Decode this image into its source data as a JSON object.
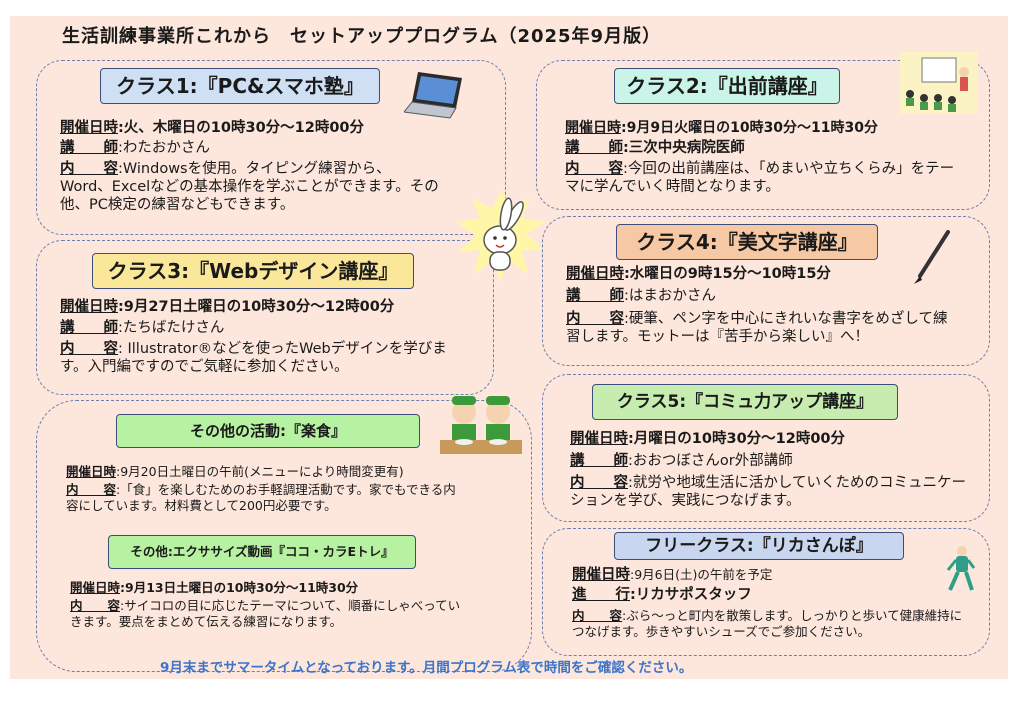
{
  "title": "生活訓練事業所これから　セットアッププログラム（2025年9月版）",
  "colors": {
    "background": "#fde6dc",
    "class1": "#cfe0f5",
    "class2": "#c9f4e7",
    "class3": "#fbe79a",
    "class4": "#f7c8a4",
    "class5": "#c6ecb0",
    "other": "#b6f2a2",
    "free": "#c9d6ef",
    "footer": "#3b74c9"
  },
  "class1": {
    "label": "クラス1:『PC&スマホ塾』",
    "date_key": "開催日時",
    "date": ":火、木曜日の10時30分～12時00分",
    "teacher_key": "講　　師",
    "teacher": ":わたおかさん",
    "content_key": "内　　容",
    "content": ":Windowsを使用。タイピング練習から、Word、Excelなどの基本操作を学ぶことができます。その他、PC検定の練習などもできます。"
  },
  "class2": {
    "label": "クラス2:『出前講座』",
    "date_key": "開催日時",
    "date": ":9月9日火曜日の10時30分～11時30分",
    "teacher_key": "講　　師",
    "teacher": ":三次中央病院医師",
    "content_key": "内　　容",
    "content": ":今回の出前講座は、「めまいや立ちくらみ」をテーマに学んでいく時間となります。"
  },
  "class3": {
    "label": "クラス3:『Webデザイン講座』",
    "date_key": "開催日時",
    "date": ":9月27日土曜日の10時30分～12時00分",
    "teacher_key": "講　　師",
    "teacher": ":たちばたけさん",
    "content_key": "内　　容",
    "content": ": Illustrator®などを使ったWebデザインを学びます。入門編ですのでご気軽に参加ください。"
  },
  "class4": {
    "label": "クラス4:『美文字講座』",
    "date_key": "開催日時",
    "date": ":水曜日の9時15分～10時15分",
    "teacher_key": "講　　師",
    "teacher": ":はまおかさん",
    "content_key": "内　　容",
    "content": ":硬筆、ペン字を中心にきれいな書字をめざして練習します。モットーは『苦手から楽しい』へ！"
  },
  "class5": {
    "label": "クラス5:『コミュ力アップ講座』",
    "date_key": "開催日時",
    "date": ":月曜日の10時30分～12時00分",
    "teacher_key": "講　　師",
    "teacher": ":おおつぼさんor外部講師",
    "content_key": "内　　容",
    "content": ":就労や地域生活に活かしていくためのコミュニケーションを学び、実践につなげます。"
  },
  "other1": {
    "label": "その他の活動:『楽食』",
    "date_key": "開催日時",
    "date": ":9月20日土曜日の午前(メニューにより時間変更有)",
    "content_key": "内　　容",
    "content": ":「食」を楽しむためのお手軽調理活動です。家でもできる内容にしています。材料費として200円必要です。"
  },
  "other2": {
    "label": "その他:エクササイズ動画『ココ・カラEトレ』",
    "date_key": "開催日時",
    "date": ":9月13日土曜日の10時30分～11時30分",
    "content_key": "内　　容",
    "content": ":サイコロの目に応じたテーマについて、順番にしゃべっていきます。要点をまとめて伝える練習になります。"
  },
  "free": {
    "label": "フリークラス:『リカさんぽ』",
    "date_key": "開催日時",
    "date": ":9月6日(土)の午前を予定",
    "lead_key": "進　　行",
    "lead": ":リカサポスタッフ",
    "content_key": "内　　容",
    "content": ":ぶら～っと町内を散策します。しっかりと歩いて健康維持につなげます。歩きやすいシューズでご参加ください。"
  },
  "footer": "9月末までサマータイムとなっております。月間プログラム表で時間をご確認ください。",
  "icons": [
    "laptop-icon",
    "lecture-icon",
    "rabbit-mascot-icon",
    "brush-pen-icon",
    "cooking-kids-icon",
    "walking-person-icon"
  ]
}
